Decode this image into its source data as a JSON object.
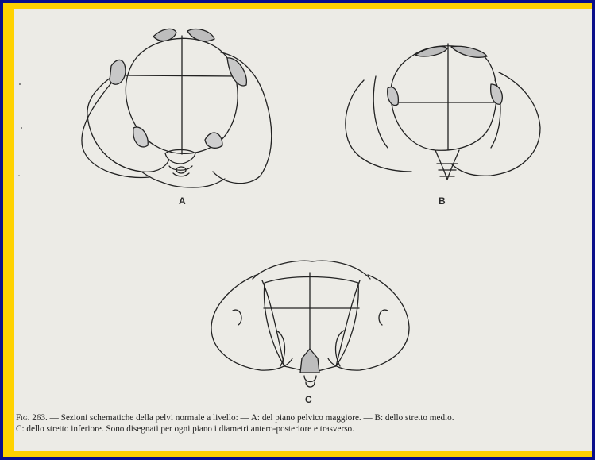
{
  "figure": {
    "label_a": "A",
    "label_b": "B",
    "label_c": "C",
    "caption_prefix": "Fig. 263.",
    "caption_line1": " — Sezioni schematiche della pelvi normale a livello: — A: del piano pelvico maggiore. — B: dello stretto medio.",
    "caption_line2": "C: dello stretto inferiore. Sono disegnati per ogni piano i diametri antero-posteriore e trasverso."
  },
  "colors": {
    "background": "#0a0f8a",
    "frame": "#ffd200",
    "paper": "#ecebe6",
    "ink": "#222222"
  }
}
